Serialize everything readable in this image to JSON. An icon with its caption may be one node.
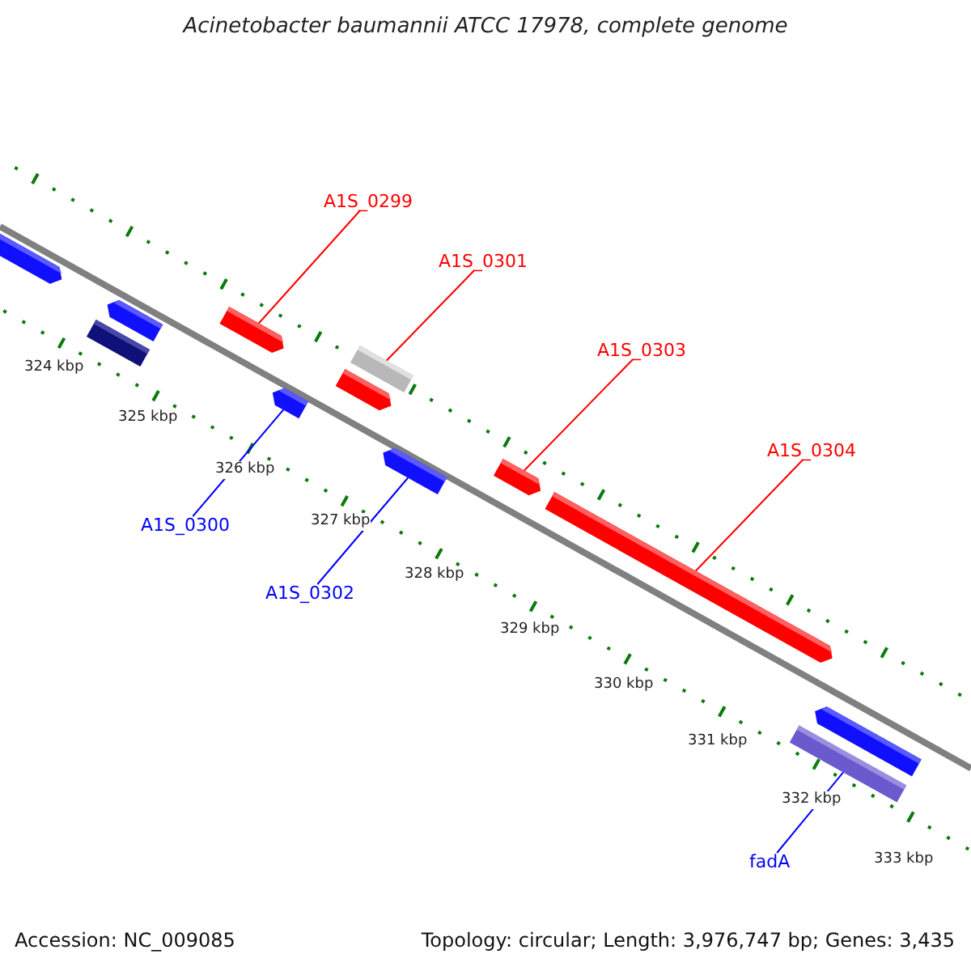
{
  "diagram": {
    "title": "Acinetobacter baumannii ATCC 17978, complete genome",
    "nodes": [
      {
        "text": [
          "A1S_0299"
        ]
      },
      {
        "text": [
          "A1S_0301"
        ]
      },
      {
        "text": [
          "A1S_0303"
        ]
      },
      {
        "text": [
          "A1S_0304"
        ]
      },
      {
        "text": [
          "A1S_0300"
        ]
      },
      {
        "text": [
          "A1S_0302"
        ]
      },
      {
        "text": [
          "fadA"
        ]
      },
      {
        "text": [],
        "shape": "bar"
      },
      {
        "text": [],
        "shape": "bar"
      },
      {
        "text": [],
        "shape": "bar"
      },
      {
        "text": [],
        "shape": "bar"
      },
      {
        "text": [],
        "shape": "bar"
      },
      {
        "text": [],
        "shape": "bar"
      },
      {
        "text": [],
        "shape": "bar"
      },
      {
        "text": [],
        "shape": "bar"
      },
      {
        "text": [],
        "shape": "bar"
      },
      {
        "text": [],
        "shape": "bar"
      },
      {
        "text": [],
        "shape": "bar"
      },
      {
        "text": [],
        "shape": "bar"
      }
    ],
    "edges": [
      {
        "from": 0,
        "to": 10,
        "arrow": "none"
      },
      {
        "from": 1,
        "to": 12,
        "arrow": "none"
      },
      {
        "from": 2,
        "to": 15,
        "arrow": "none"
      },
      {
        "from": 3,
        "to": 16,
        "arrow": "none"
      },
      {
        "from": 4,
        "to": 11,
        "arrow": "none",
        "color": "#0000ff"
      },
      {
        "from": 5,
        "to": 14,
        "arrow": "none",
        "color": "#0000ff"
      },
      {
        "from": 6,
        "to": 18,
        "arrow": "none",
        "color": "#0000ff"
      }
    ],
    "labels": [
      "324 kbp",
      "325 kbp",
      "326 kbp",
      "327 kbp",
      "328 kbp",
      "329 kbp",
      "330 kbp",
      "331 kbp",
      "332 kbp",
      "333 kbp",
      "Accession: NC_009085",
      "Topology: circular; Length: 3,976,747 bp; Genes: 3,435"
    ]
  }
}
